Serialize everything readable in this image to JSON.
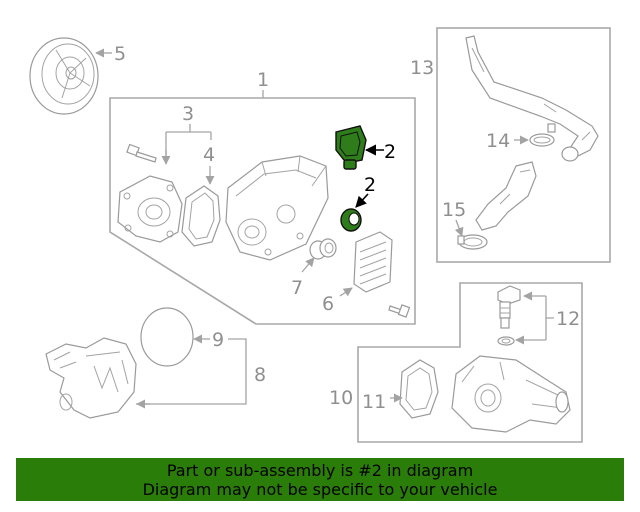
{
  "callouts": {
    "c1": "1",
    "c2a": "2",
    "c2b": "2",
    "c3": "3",
    "c4": "4",
    "c5": "5",
    "c6": "6",
    "c7": "7",
    "c8": "8",
    "c9": "9",
    "c10": "10",
    "c11": "11",
    "c12": "12",
    "c13": "13",
    "c14": "14",
    "c15": "15"
  },
  "highlight": {
    "color": "#2e7d1a",
    "part_number": "2"
  },
  "notice": {
    "line1": "Part or sub-assembly is #2 in diagram",
    "line2": "Diagram may not be specific to your vehicle",
    "background": "#2b7d0a"
  }
}
